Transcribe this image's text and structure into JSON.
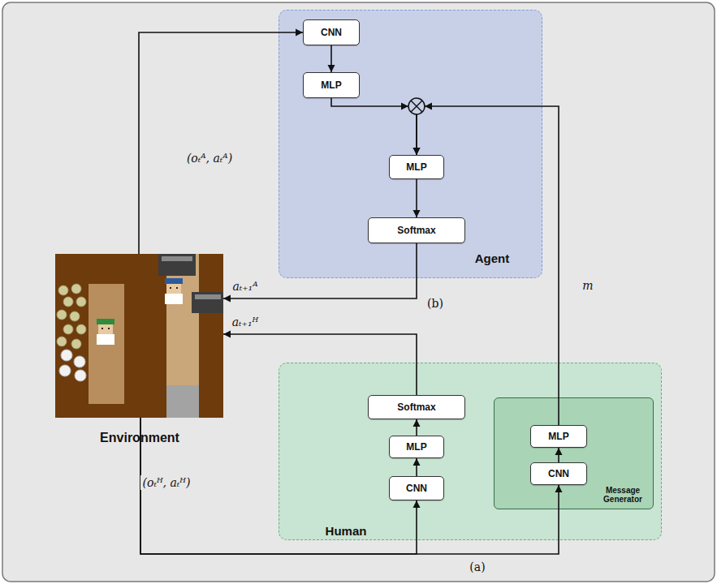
{
  "diagram": {
    "nodes": [
      {
        "text": [
          "Agent"
        ]
      },
      {
        "text": [
          "CNN"
        ],
        "in": 0
      },
      {
        "text": [
          "MLP"
        ],
        "in": 0
      },
      {
        "text": [
          "MLP"
        ],
        "in": 0
      },
      {
        "text": [
          "Softmax"
        ],
        "in": 0
      },
      {
        "text": [
          "Environment"
        ]
      },
      {
        "text": [
          "Human"
        ]
      },
      {
        "text": [
          "Softmax"
        ],
        "in": 6
      },
      {
        "text": [
          "MLP"
        ],
        "in": 6
      },
      {
        "text": [
          "CNN"
        ],
        "in": 6
      },
      {
        "text": [
          "Message Generator"
        ],
        "in": 6
      },
      {
        "text": [
          "MLP"
        ],
        "in": 10
      },
      {
        "text": [
          "CNN"
        ],
        "in": 10
      }
    ],
    "edges": [
      {
        "from": 5,
        "to": 1,
        "label": "(oₜᴬ, aₜᴬ)",
        "arrow": "to"
      },
      {
        "from": 1,
        "to": 2,
        "arrow": "to"
      },
      {
        "from": 2,
        "to": 3,
        "arrow": "to"
      },
      {
        "from": 3,
        "to": 4,
        "arrow": "to"
      },
      {
        "from": 4,
        "to": 5,
        "label": "aₜ₊₁ᴬ",
        "arrow": "to"
      },
      {
        "from": 7,
        "to": 5,
        "label": "aₜ₊₁ᴴ",
        "arrow": "to"
      },
      {
        "from": 5,
        "to": 9,
        "label": "(oₜᴴ, aₜᴴ)",
        "arrow": "to"
      },
      {
        "from": 5,
        "to": 12,
        "arrow": "to"
      },
      {
        "from": 9,
        "to": 8,
        "arrow": "to"
      },
      {
        "from": 8,
        "to": 7,
        "arrow": "to"
      },
      {
        "from": 12,
        "to": 11,
        "arrow": "to"
      },
      {
        "from": 11,
        "to": 3,
        "label": "m",
        "arrow": "to"
      }
    ],
    "labels": [
      "(b)",
      "(a)"
    ]
  }
}
